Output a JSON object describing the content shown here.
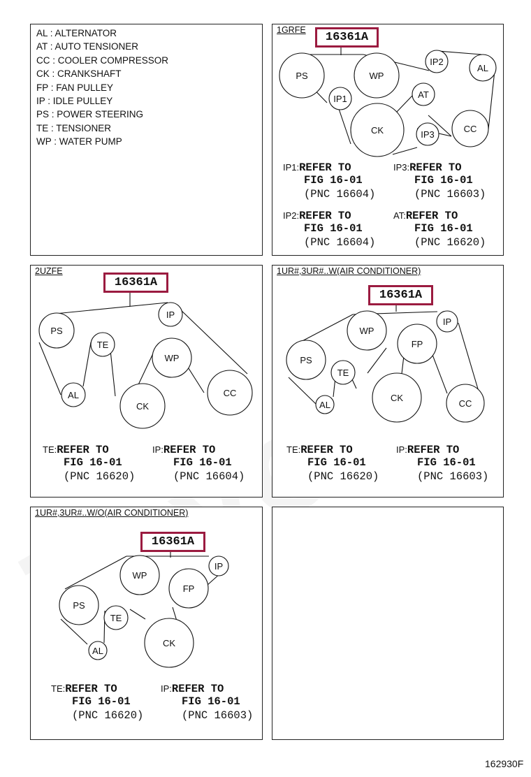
{
  "legend": [
    "AL : ALTERNATOR",
    "AT : AUTO TENSIONER",
    "CC : COOLER COMPRESSOR",
    "CK : CRANKSHAFT",
    "FP : FAN PULLEY",
    "IP : IDLE PULLEY",
    "PS : POWER STEERING",
    "TE : TENSIONER",
    "WP : WATER PUMP"
  ],
  "panels": {
    "grfe": {
      "title": "1GRFE",
      "part": "16361A",
      "pulleys": {
        "ps": "PS",
        "wp": "WP",
        "ip2": "IP2",
        "al": "AL",
        "ip1": "IP1",
        "at": "AT",
        "ck": "CK",
        "ip3": "IP3",
        "cc": "CC"
      },
      "refs": [
        {
          "code": "IP1:",
          "refer": "REFER TO",
          "fig": "FIG 16-01",
          "pnc": "(PNC 16604)"
        },
        {
          "code": "IP3:",
          "refer": "REFER TO",
          "fig": "FIG 16-01",
          "pnc": "(PNC 16603)"
        },
        {
          "code": "IP2:",
          "refer": "REFER TO",
          "fig": "FIG 16-01",
          "pnc": "(PNC 16604)"
        },
        {
          "code": "AT:",
          "refer": "REFER TO",
          "fig": "FIG 16-01",
          "pnc": "(PNC 16620)"
        }
      ]
    },
    "uzfe": {
      "title": "2UZFE",
      "part": "16361A",
      "pulleys": {
        "ps": "PS",
        "ip": "IP",
        "te": "TE",
        "wp": "WP",
        "al": "AL",
        "ck": "CK",
        "cc": "CC"
      },
      "refs": [
        {
          "code": "TE:",
          "refer": "REFER TO",
          "fig": "FIG 16-01",
          "pnc": "(PNC 16620)"
        },
        {
          "code": "IP:",
          "refer": "REFER TO",
          "fig": "FIG 16-01",
          "pnc": "(PNC 16604)"
        }
      ]
    },
    "urac": {
      "title": "1UR#,3UR#..W(AIR CONDITIONER)",
      "part": "16361A",
      "pulleys": {
        "wp": "WP",
        "ip": "IP",
        "fp": "FP",
        "ps": "PS",
        "te": "TE",
        "ck": "CK",
        "al": "AL",
        "cc": "CC"
      },
      "refs": [
        {
          "code": "TE:",
          "refer": "REFER TO",
          "fig": "FIG 16-01",
          "pnc": "(PNC 16620)"
        },
        {
          "code": "IP:",
          "refer": "REFER TO",
          "fig": "FIG 16-01",
          "pnc": "(PNC 16603)"
        }
      ]
    },
    "urno": {
      "title": "1UR#,3UR#..W/O(AIR CONDITIONER)",
      "part": "16361A",
      "pulleys": {
        "wp": "WP",
        "ip": "IP",
        "fp": "FP",
        "ps": "PS",
        "te": "TE",
        "ck": "CK",
        "al": "AL"
      },
      "refs": [
        {
          "code": "TE:",
          "refer": "REFER TO",
          "fig": "FIG 16-01",
          "pnc": "(PNC 16620)"
        },
        {
          "code": "IP:",
          "refer": "REFER TO",
          "fig": "FIG 16-01",
          "pnc": "(PNC 16603)"
        }
      ]
    }
  },
  "watermark": "Toyota",
  "figure_code": "162930F"
}
